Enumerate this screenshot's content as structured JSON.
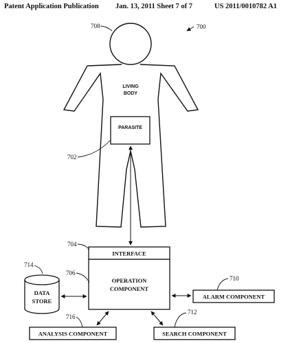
{
  "header": {
    "publication": "Patent Application Publication",
    "date_sheet": "Jan. 13, 2011   Sheet 7 of 7",
    "patent_number": "US 2011/0010782 A1"
  },
  "figure": {
    "figure_ref": "700",
    "body_ref": "708",
    "body_label_line1": "LIVING",
    "body_label_line2": "BODY",
    "parasite_label": "PARASITE",
    "parasite_ref": "702",
    "interface_label": "INTERFACE",
    "interface_ref": "704",
    "operation_label_line1": "OPERATION",
    "operation_label_line2": "COMPONENT",
    "operation_ref": "706",
    "datastore_label_line1": "DATA",
    "datastore_label_line2": "STORE",
    "datastore_ref": "714",
    "alarm_label": "ALARM COMPONENT",
    "alarm_ref": "710",
    "analysis_label": "ANALYSIS COMPONENT",
    "analysis_ref": "716",
    "search_label": "SEARCH COMPONENT",
    "search_ref": "712"
  }
}
